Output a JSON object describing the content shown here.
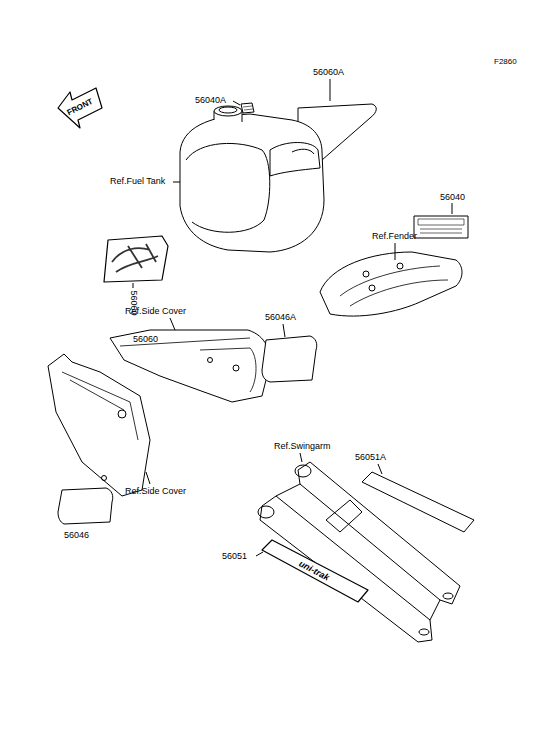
{
  "diagram": {
    "labels": [
      "F2860",
      "FRONT",
      "56040A",
      "56060A",
      "Ref.Fuel Tank",
      "56040",
      "Ref.Fender",
      "56060",
      "56060",
      "Ref.Side Cover",
      "56046A",
      "Ref.Swingarm",
      "56051A",
      "Ref.Side Cover",
      "56046",
      "56051",
      "uni-trak"
    ]
  }
}
